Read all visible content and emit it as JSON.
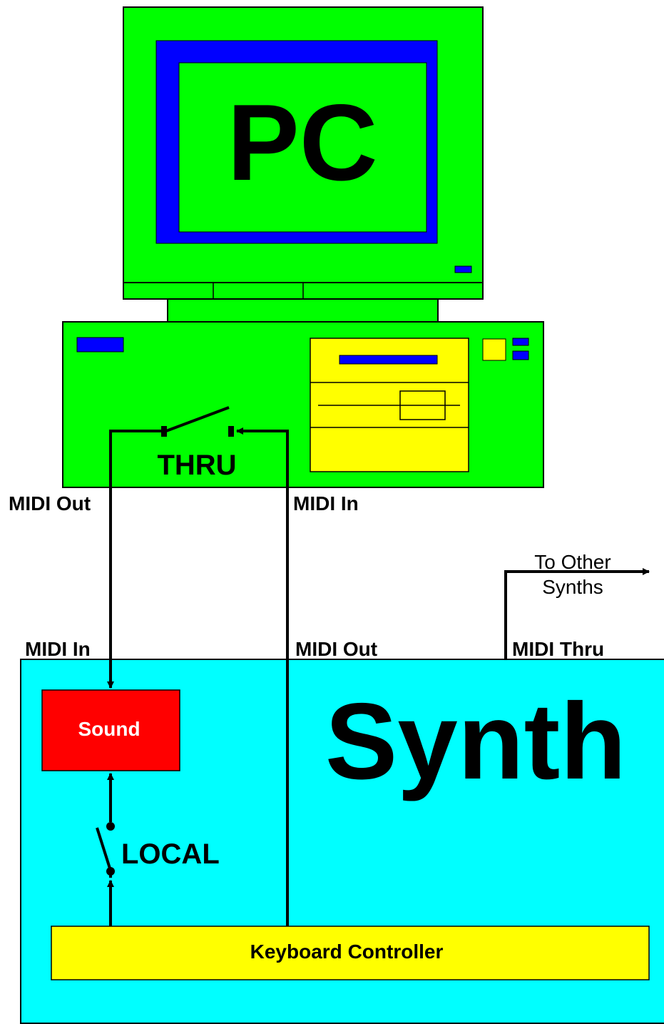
{
  "pc": {
    "monitor_label": "PC",
    "switch_label": "THRU",
    "midi_out_label": "MIDI Out",
    "midi_in_label": "MIDI In"
  },
  "synth": {
    "title": "Synth",
    "midi_in_label": "MIDI In",
    "midi_out_label": "MIDI Out",
    "midi_thru_label": "MIDI Thru",
    "thru_destination_line1": "To Other",
    "thru_destination_line2": "Synths",
    "sound_label": "Sound",
    "local_switch_label": "LOCAL",
    "keyboard_label": "Keyboard Controller"
  },
  "colors": {
    "pc_body": "#00ff00",
    "screen_frame": "#0000ff",
    "drive_panel": "#ffff00",
    "synth_body": "#00ffff",
    "sound_box": "#ff0000",
    "keyboard": "#ffff00",
    "wire": "#000000"
  }
}
